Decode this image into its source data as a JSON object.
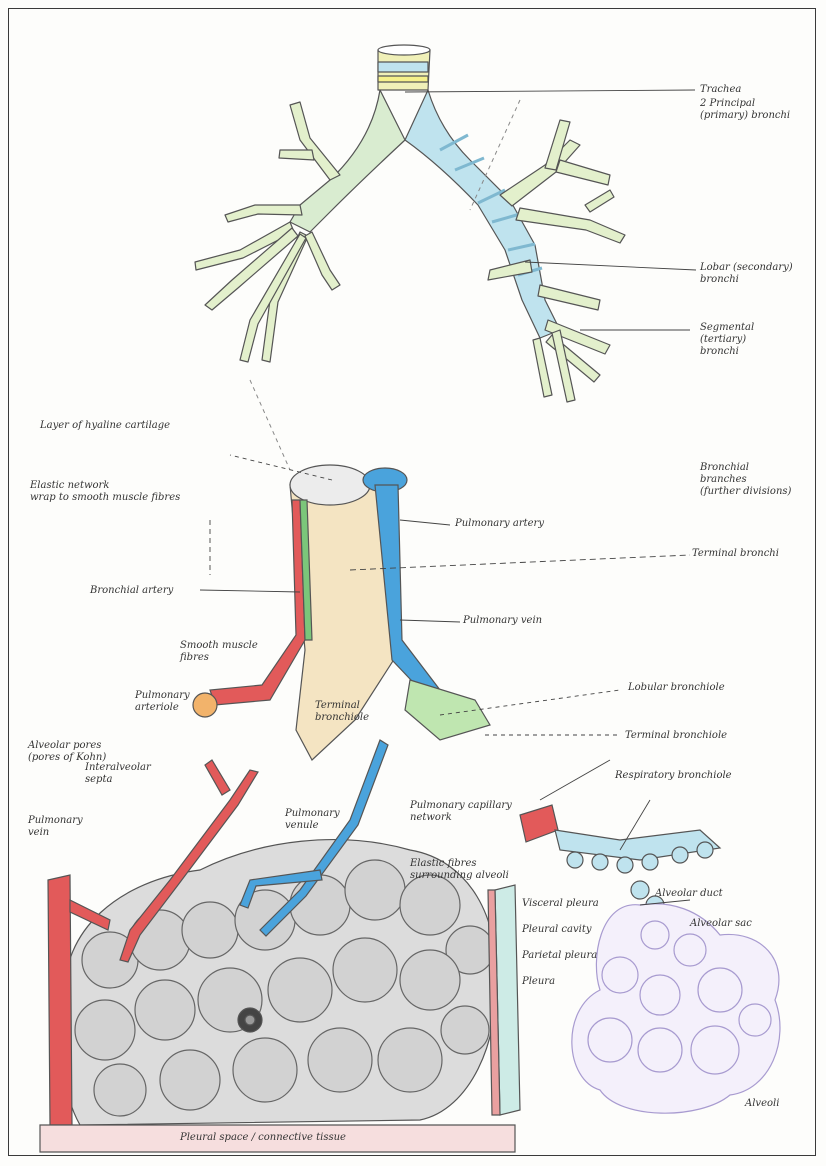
{
  "labels": {
    "trachea": "Trachea",
    "principal": "2 Principal\n(primary) bronchi",
    "lobar": "Lobar (secondary)\nbronchi",
    "segmental": "Segmental\n(tertiary)\nbronchi",
    "branches": "Bronchial\nbranches\n(further divisions)",
    "terminal": "Terminal bronchi",
    "ring": "Layer of hyaline cartilage",
    "elastic": "Elastic network\nwrap to smooth muscle fibres",
    "artery": "Pulmonary artery",
    "bronchial_artery": "Bronchial artery",
    "vein": "Pulmonary vein",
    "smooth": "Smooth muscle\nfibres",
    "arteriole": "Pulmonary\narteriole",
    "bronchiole": "Terminal\nbronchiole",
    "lobular": "Lobular bronchiole",
    "terminal_bronchiole": "Terminal bronchiole",
    "respiratory": "Respiratory bronchiole",
    "duct": "Alveolar duct",
    "sac": "Alveolar sac",
    "alveoli": "Alveoli",
    "capillary_net": "Pulmonary capillary\nnetwork",
    "elastic_fibres": "Elastic fibres\nsurrounding alveoli",
    "vein_bottom": "Pulmonary\nvein",
    "venule": "Pulmonary\nvenule",
    "interalveolar": "Interalveolar\nsepta",
    "pores": "Alveolar pores\n(pores of Kohn)",
    "visceral": "Visceral pleura",
    "pleural_cavity": "Pleural cavity",
    "parietal": "Parietal pleura",
    "pleura": "Pleura",
    "bottom": "Pleural space / connective tissue"
  },
  "colors": {
    "ink": "#333333",
    "tree_yellow": "#f0f0b8",
    "tree_blue": "#bfe3ee",
    "artery_red": "#e25a5a",
    "vein_blue": "#4aa3dc",
    "alveoli_grey": "#c9c9c9",
    "sac_lilac": "#cfc5e6",
    "green": "#7bc67a",
    "orange": "#f2b36b"
  }
}
